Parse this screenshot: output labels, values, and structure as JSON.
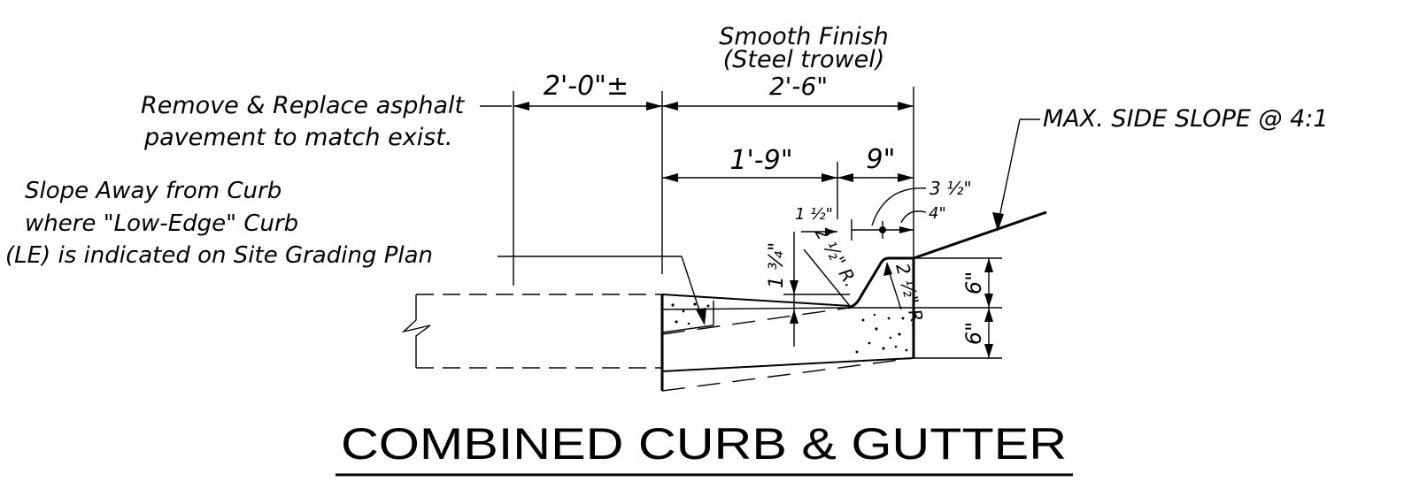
{
  "callouts": {
    "smooth_finish_1": "Smooth Finish",
    "smooth_finish_2": "(Steel trowel)",
    "remove_replace_1": "Remove & Replace asphalt",
    "remove_replace_2": "pavement to match exist.",
    "slope_away_1": "Slope Away from Curb",
    "slope_away_2": "where \"Low-Edge\" Curb",
    "slope_away_3": "(LE) is indicated on Site Grading Plan",
    "max_side_slope": "MAX. SIDE SLOPE @ 4:1"
  },
  "dimensions": {
    "asphalt_width": "2'-0\"±",
    "gutter_total": "2'-6\"",
    "gutter_pan": "1'-9\"",
    "curb_top": "9\"",
    "offset_a": "3 ½\"",
    "offset_b": "4\"",
    "offset_c": "1 ½\"",
    "lip_drop": "1 ¾\"",
    "radius_left": "2 ½\" R.",
    "radius_right": "2 ½\" R.",
    "curb_height": "6\"",
    "base_depth": "6\""
  },
  "title": "COMBINED CURB & GUTTER"
}
